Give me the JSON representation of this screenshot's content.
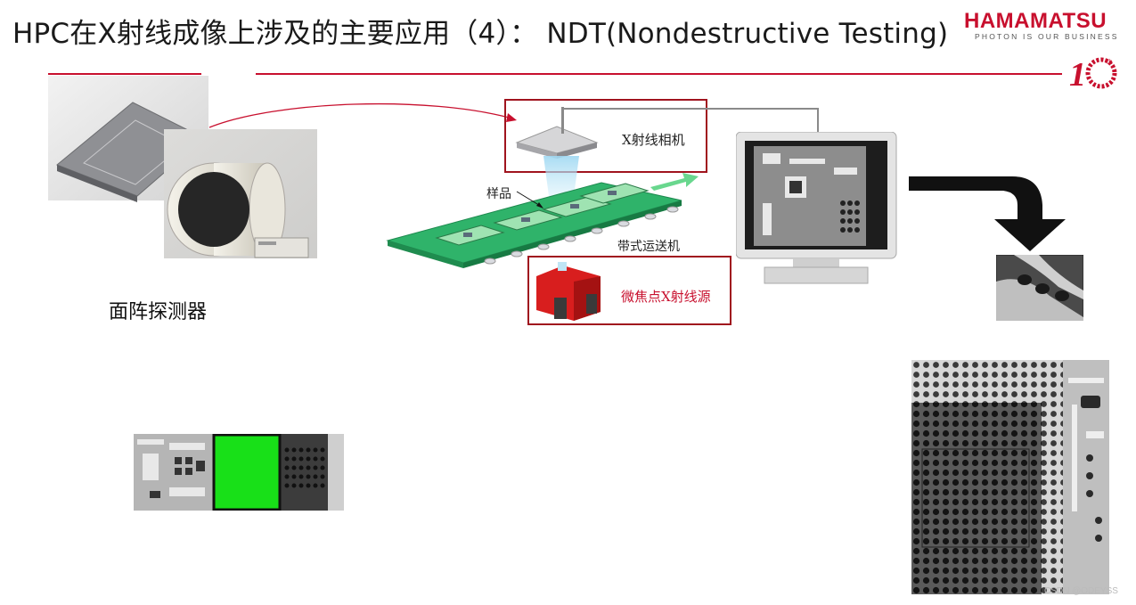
{
  "slide": {
    "title": "HPC在X射线成像上涉及的主要应用（4）： NDT(Nondestructive Testing)",
    "brand": {
      "name": "HAMAMATSU",
      "tagline": "PHOTON IS OUR BUSINESS",
      "anniversary_badge": "10th",
      "accent": "#c8102e"
    }
  },
  "left_panel": {
    "caption": "面阵探测器"
  },
  "diagram": {
    "camera_label": "X射线相机",
    "sample_label": "样品",
    "conveyor_label": "带式运送机",
    "source_label": "微焦点X射线源"
  },
  "watermark": "CSDN @ODEYSS",
  "colors": {
    "conveyor": "#2fb36a",
    "source_red": "#d81e1e",
    "green_block": "#18e018",
    "monitor_frame": "#d9d9d9",
    "arrow_black": "#111111"
  }
}
